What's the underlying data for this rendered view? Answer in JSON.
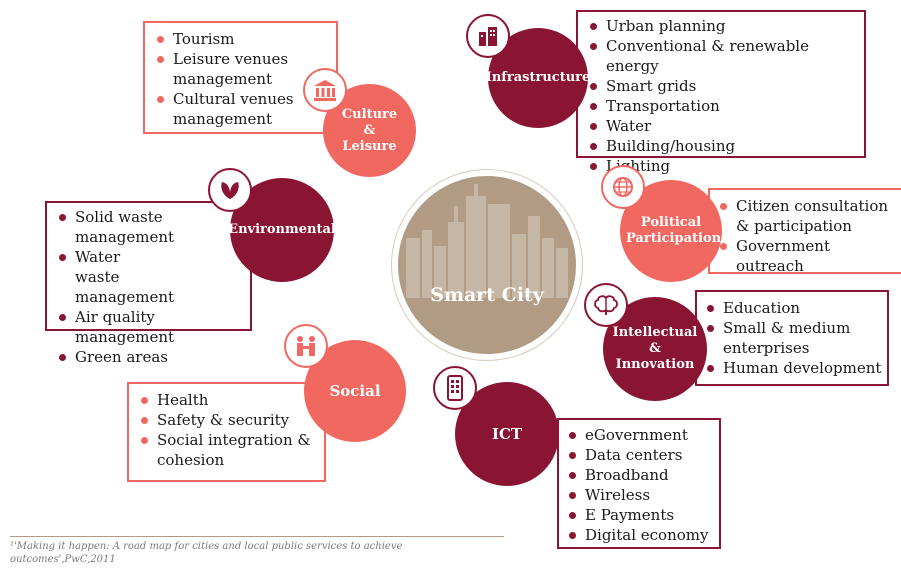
{
  "center": {
    "label": "Smart City"
  },
  "colors": {
    "dark": "#8a1532",
    "light": "#f0685f",
    "center": "#b19b85"
  },
  "categories": {
    "culture": {
      "label": "Culture & Leisure",
      "icon": "museum-icon",
      "items": [
        "Tourism",
        "Leisure venues management",
        "Cultural venues management"
      ]
    },
    "infrastructure": {
      "label": "Infrastructure",
      "icon": "buildings-icon",
      "items": [
        "Urban planning",
        "Conventional & renewable energy",
        "Smart grids",
        "Transportation",
        "Water",
        "Building/housing",
        "Lighting"
      ]
    },
    "environmental": {
      "label": "Environmental",
      "icon": "leaf-icon",
      "items": [
        "Solid waste management",
        "Water waste management",
        "Air quality management",
        "Green areas"
      ]
    },
    "political": {
      "label": "Political Participation",
      "icon": "globe-icon",
      "items": [
        "Citizen consultation & participation",
        "Government outreach"
      ]
    },
    "intellectual": {
      "label": "Intellectual & Innovation",
      "icon": "brain-icon",
      "items": [
        "Education",
        "Small & medium enterprises",
        "Human development"
      ]
    },
    "social": {
      "label": "Social",
      "icon": "handshake-icon",
      "items": [
        "Health",
        "Safety & security",
        "Social integration & cohesion"
      ]
    },
    "ict": {
      "label": "ICT",
      "icon": "phone-icon",
      "items": [
        "eGovernment",
        "Data centers",
        "Broadband",
        "Wireless",
        "E Payments",
        "Digital economy"
      ]
    }
  },
  "footnote": "¹'Making it happen: A road map for cities and local public services to achieve outcomes',PwC,2011"
}
